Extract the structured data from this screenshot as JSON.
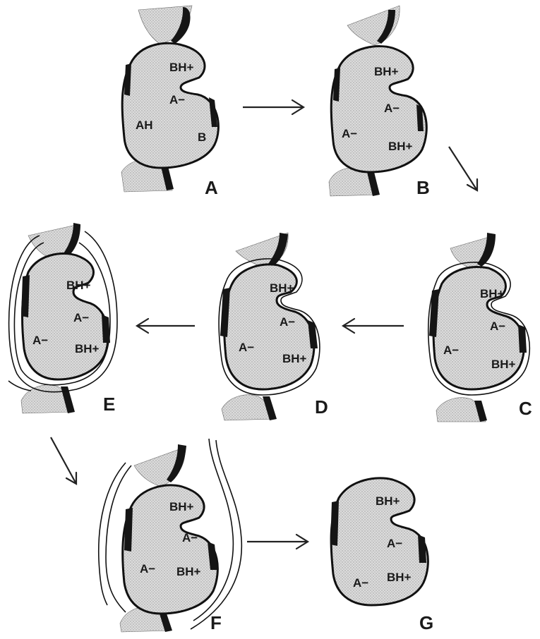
{
  "labels": {
    "bh_plus": "BH+",
    "a_minus": "A−",
    "ah": "AH",
    "b": "B"
  },
  "panels": [
    {
      "id": "A",
      "letter": "A"
    },
    {
      "id": "B",
      "letter": "B"
    },
    {
      "id": "C",
      "letter": "C"
    },
    {
      "id": "D",
      "letter": "D"
    },
    {
      "id": "E",
      "letter": "E"
    },
    {
      "id": "F",
      "letter": "F"
    },
    {
      "id": "G",
      "letter": "G"
    }
  ],
  "colors": {
    "ink": "#111111",
    "fill": "#d8d8d8",
    "stipple_dot": "#9a9a9a"
  }
}
